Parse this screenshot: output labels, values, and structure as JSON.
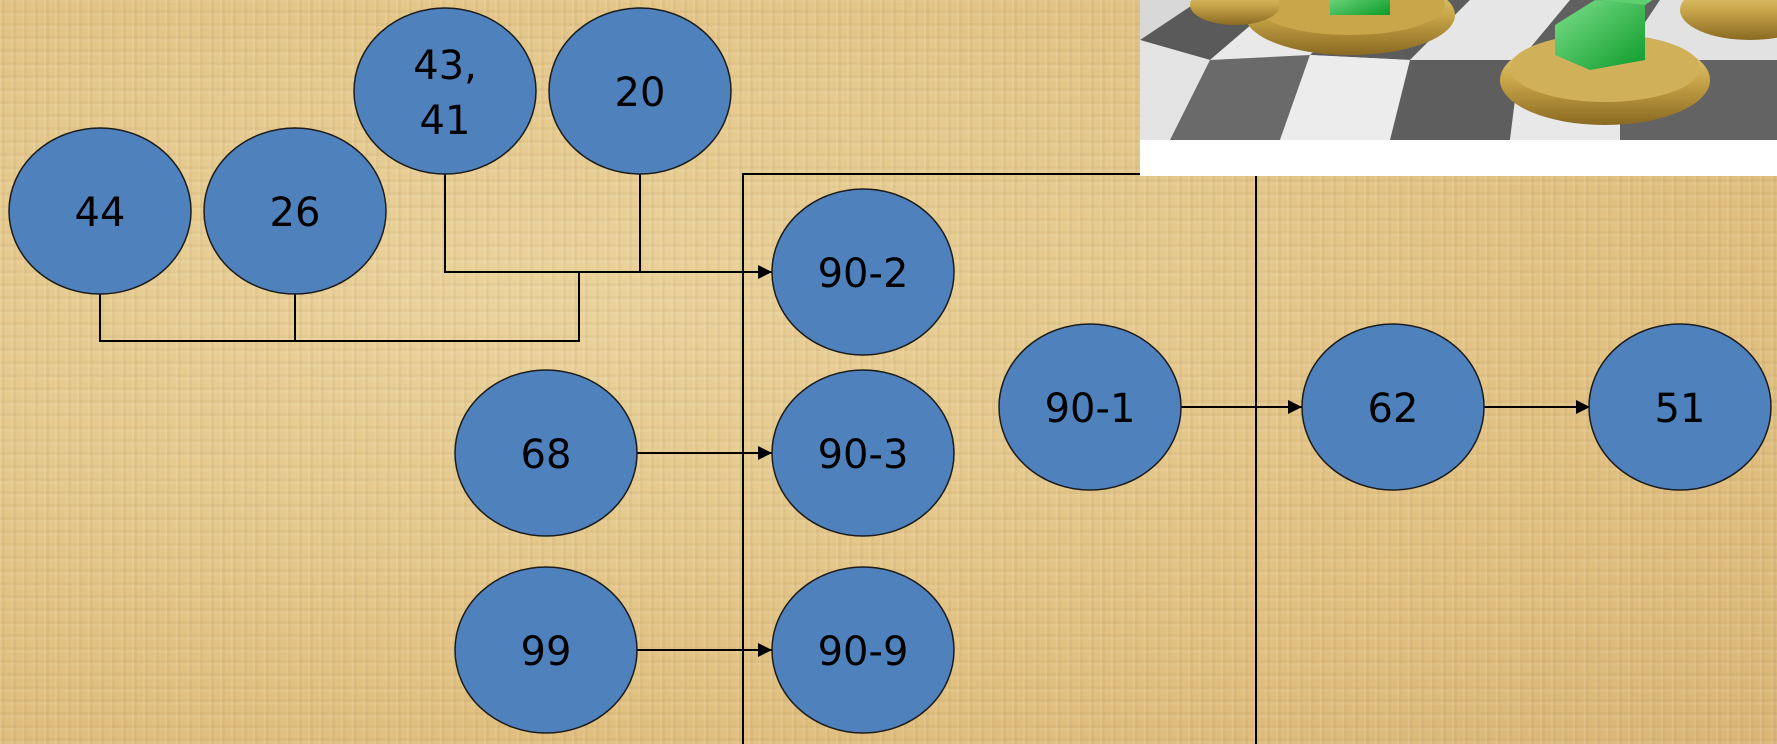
{
  "nodes": [
    {
      "id": "n44",
      "label": "44"
    },
    {
      "id": "n26",
      "label": "26"
    },
    {
      "id": "n43",
      "label": "43,"
    },
    {
      "id": "n41",
      "label": "41"
    },
    {
      "id": "n20",
      "label": "20"
    },
    {
      "id": "n68",
      "label": "68"
    },
    {
      "id": "n99",
      "label": "99"
    },
    {
      "id": "n90_2",
      "label": "90-2"
    },
    {
      "id": "n90_3",
      "label": "90-3"
    },
    {
      "id": "n90_9",
      "label": "90-9"
    },
    {
      "id": "n90_1",
      "label": "90-1"
    },
    {
      "id": "n62",
      "label": "62"
    },
    {
      "id": "n51",
      "label": "51"
    }
  ],
  "edges": [
    {
      "from": "44, 26, 43/41, 20",
      "to": "90-2"
    },
    {
      "from": "68",
      "to": "90-3"
    },
    {
      "from": "99",
      "to": "90-9"
    },
    {
      "from": "90-1",
      "to": "62"
    },
    {
      "from": "62",
      "to": "51"
    }
  ],
  "colors": {
    "node_fill": "#4f81bd",
    "node_stroke": "#1c1c1c",
    "background": "#e6c98c"
  },
  "photo": {
    "subject": "coins-with-green-house-tokens-on-chessboard"
  }
}
